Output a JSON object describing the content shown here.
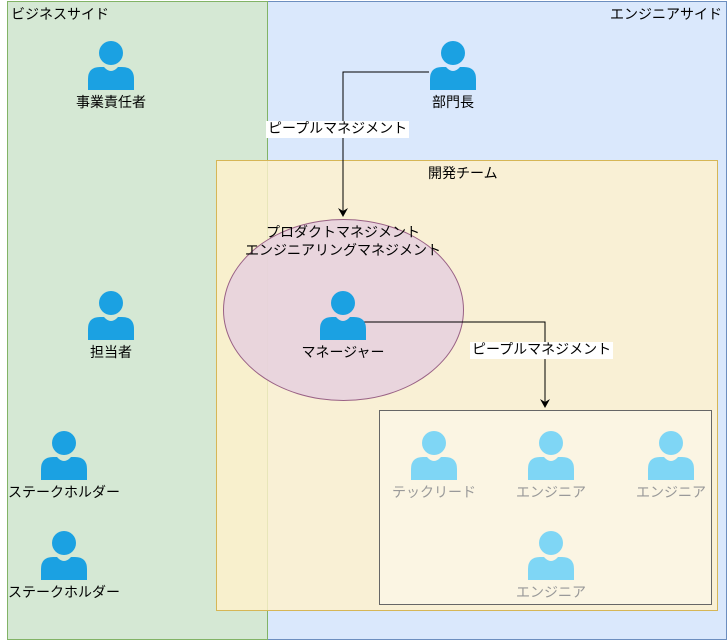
{
  "regions": {
    "business": {
      "label": "ビジネスサイド"
    },
    "engineer": {
      "label": "エンジニアサイド"
    },
    "dev_team": {
      "label": "開発チーム"
    }
  },
  "roles": {
    "business_owner": "事業責任者",
    "department_head": "部門長",
    "person_in_charge": "担当者",
    "stakeholder_1": "ステークホルダー",
    "stakeholder_2": "ステークホルダー",
    "manager": "マネージャー",
    "tech_lead": "テックリード",
    "engineer_1": "エンジニア",
    "engineer_2": "エンジニア",
    "engineer_3": "エンジニア"
  },
  "manager_scope": {
    "line1": "プロダクトマネジメント",
    "line2": "エンジニアリングマネジメント"
  },
  "edges": {
    "head_to_manager": "ピープルマネジメント",
    "manager_to_team": "ピープルマネジメント"
  },
  "colors": {
    "person": "#1ba1e2",
    "person_faded": "#7fd6f5",
    "business_fill": "#d5e8d4",
    "engineer_fill": "#dae8fc",
    "devteam_fill": "#fff2cc",
    "manager_ellipse_fill": "#e6d0de"
  }
}
